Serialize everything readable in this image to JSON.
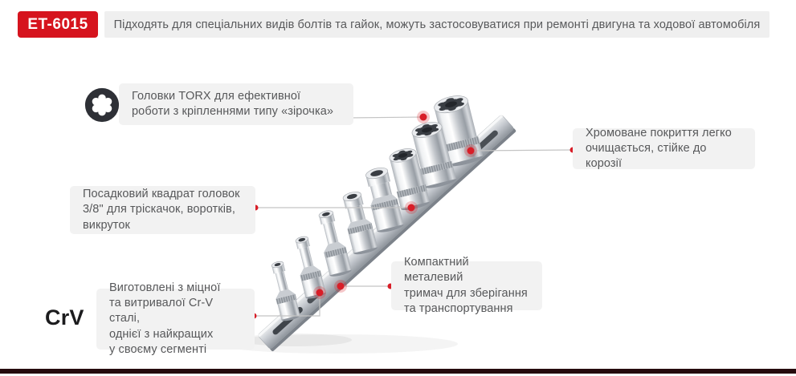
{
  "header": {
    "model_badge": "ET-6015",
    "tagline": "Підходять для спеціальних видів болтів та гайок, можуть застосовуватися при ремонті двигуна та ходової автомобіля"
  },
  "callouts": {
    "torx": {
      "text": "Головки TORX для ефективної\nроботи з кріпленнями типу «зірочка»"
    },
    "chrome": {
      "text": "Хромоване покриття легко\nочищається, стійке до корозії"
    },
    "square_drive": {
      "text": "Посадковий квадрат головок\n3/8\" для тріскачок, воротків,\nвикруток"
    },
    "holder": {
      "text": "Компактний металевий\nтримач для зберігання\nта транспортування"
    },
    "crv": {
      "label": "CrV",
      "text": "Виготовлені з міцної\nта витривалої Cr-V сталі,\nоднієї з найкращих\nу своєму сегменті"
    }
  },
  "icons": {
    "torx_socket": "torx-star-in-circle"
  },
  "colors": {
    "accent_red": "#d6141e",
    "panel_gray": "#f2f2f2",
    "text_gray": "#58595b",
    "footer_maroon": "#260a0d"
  }
}
